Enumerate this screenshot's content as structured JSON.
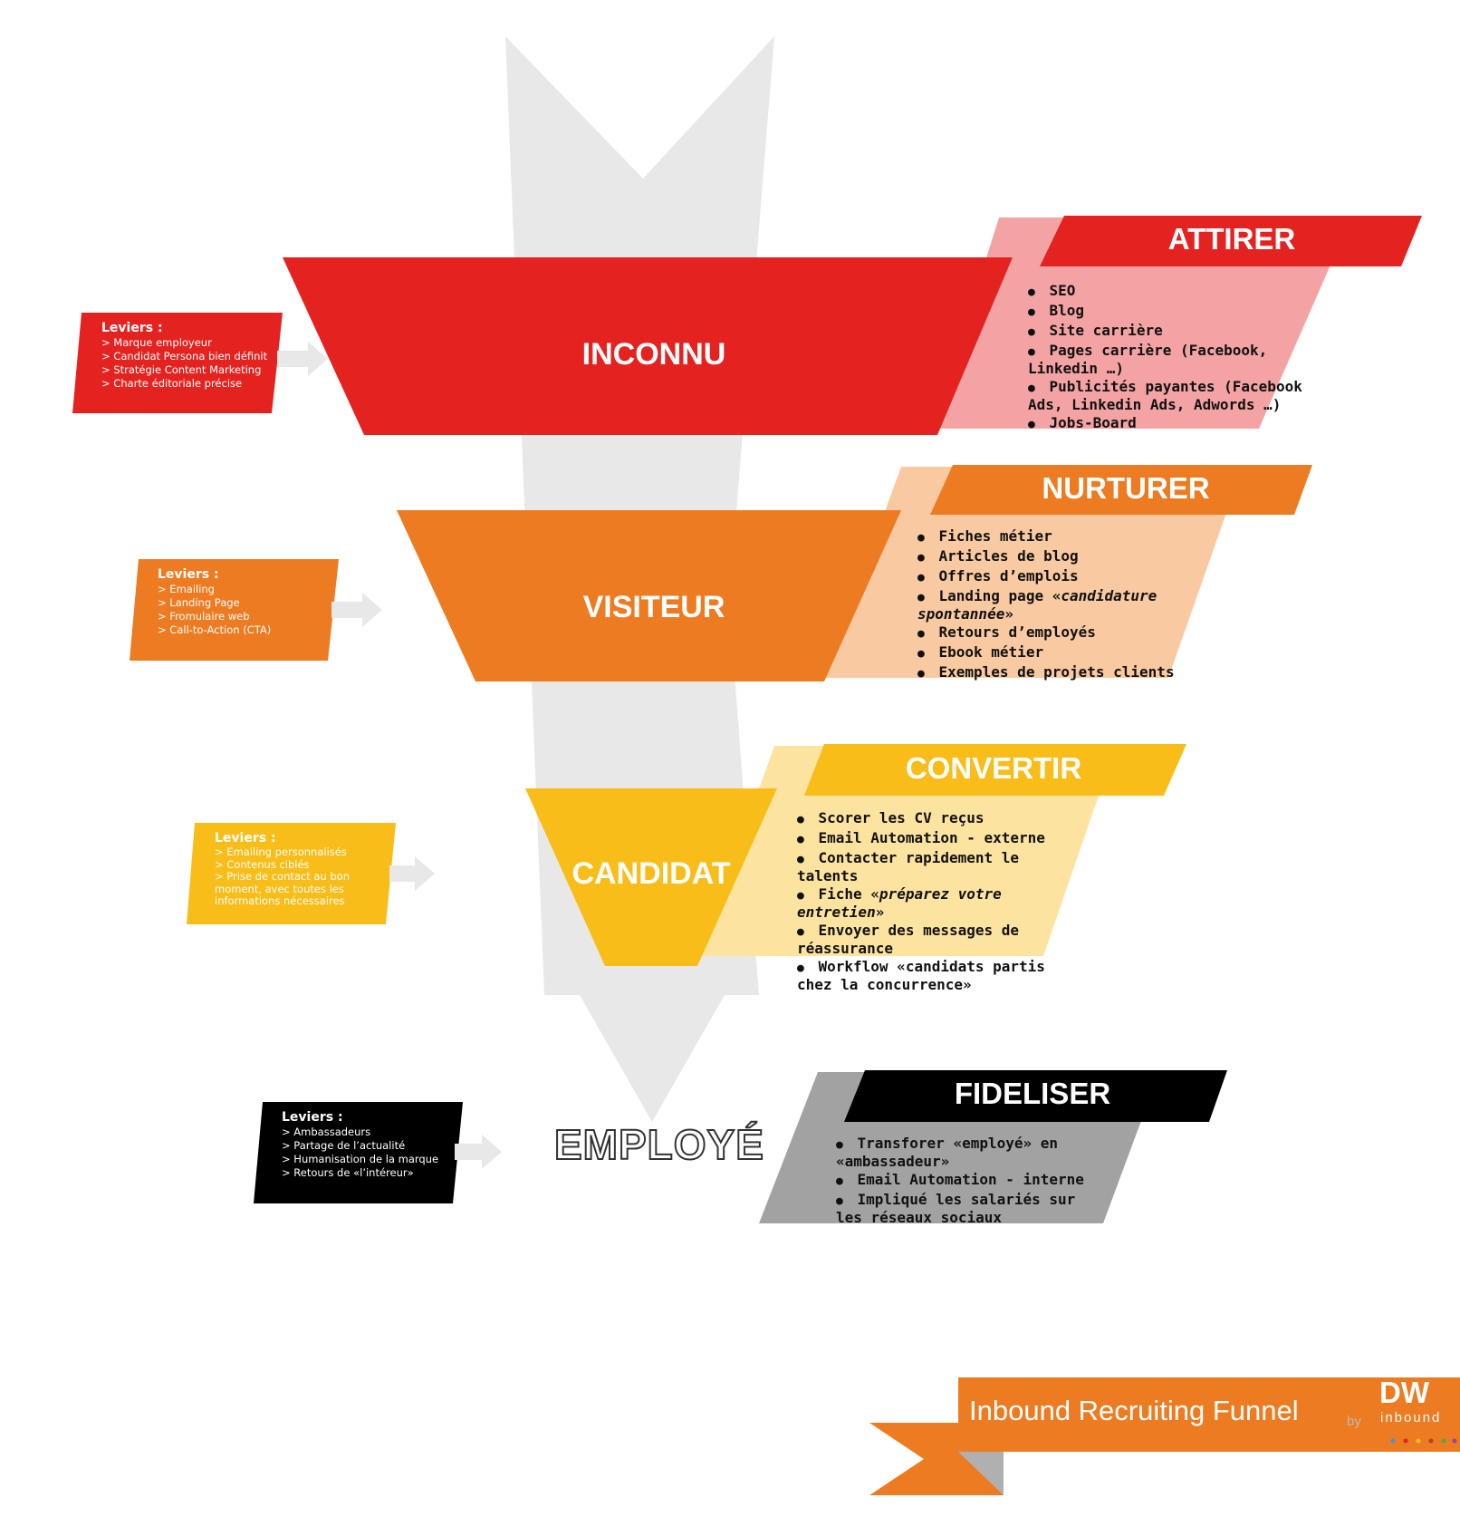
{
  "colors": {
    "red": "#E42320",
    "pink": "#F4A3A4",
    "orange": "#ED7B21",
    "peach": "#F9C9A1",
    "yellow": "#F9BD19",
    "cream": "#FCE3A0",
    "gray": "#A2A2A2",
    "black": "#000000",
    "arrow": "#E8E8E8"
  },
  "stages": [
    {
      "title": "INCONNU"
    },
    {
      "title": "VISITEUR"
    },
    {
      "title": "CANDIDAT"
    },
    {
      "title": "EMPLOYÉ"
    }
  ],
  "bands": [
    {
      "title": "ATTIRER",
      "items": [
        "SEO",
        "Blog",
        "Site carrière",
        "Pages carrière (Facebook, Linkedin …)",
        "Publicités payantes (Facebook Ads, Linkedin Ads, Adwords …)",
        "Jobs-Board"
      ]
    },
    {
      "title": "NURTURER",
      "items": [
        "Fiches métier",
        "Articles de blog",
        "Offres d’emplois",
        "Landing page «",
        "candidature spontannée",
        "»",
        "Retours d’employés",
        "Ebook métier",
        "Exemples de projets clients"
      ]
    },
    {
      "title": "CONVERTIR",
      "items": [
        "Scorer les CV reçus",
        "Email Automation - externe",
        "Contacter rapidement le talents",
        "Fiche «",
        "préparez votre entretien",
        "»",
        "Envoyer des messages de réassurance",
        "Workflow «candidats partis chez la concurrence»"
      ]
    },
    {
      "title": "FIDELISER",
      "items": [
        "Transforer «employé» en «ambassadeur»",
        "Email Automation - interne",
        "Impliqué les salariés sur les réseaux sociaux"
      ]
    }
  ],
  "levers": [
    {
      "heading": "Leviers :",
      "items": [
        "Marque employeur",
        "Candidat Persona bien définit",
        "Stratégie Content Marketing",
        "Charte éditoriale précise"
      ]
    },
    {
      "heading": "Leviers :",
      "items": [
        "Emailing",
        "Landing Page",
        "Fromulaire web",
        "Call-to-Action (CTA)"
      ]
    },
    {
      "heading": "Leviers :",
      "items": [
        "Emailing personnalisés",
        "Contenus ciblés",
        "Prise de contact au bon moment, avec toutes les informations nécessaires"
      ]
    },
    {
      "heading": "Leviers :",
      "items": [
        "Ambassadeurs",
        "Partage de l’actualité",
        "Humanisation de la marque",
        "Retours de «l’intéreur»"
      ]
    }
  ],
  "footer": {
    "title": "Inbound Recruiting Funnel",
    "by": "by",
    "logo_main": "DW",
    "logo_sub": "inbound"
  }
}
